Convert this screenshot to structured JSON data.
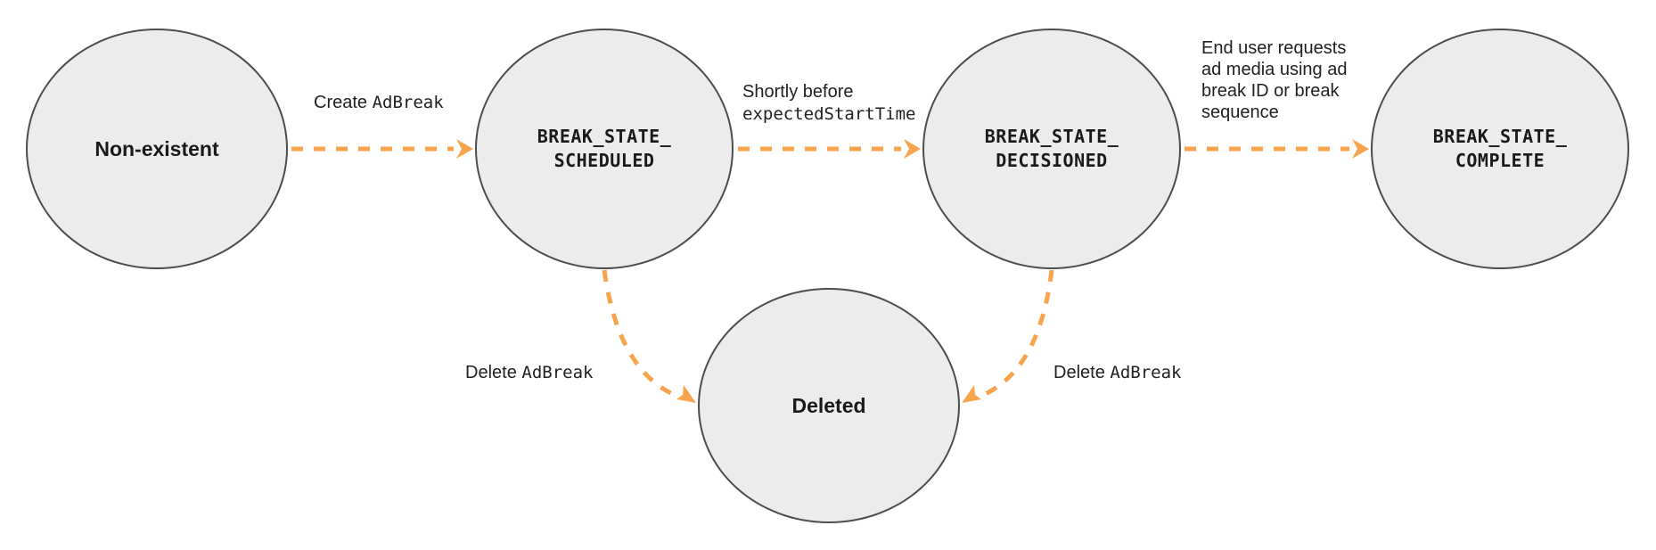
{
  "diagram": {
    "type": "state-diagram",
    "colors": {
      "node_fill": "#ececec",
      "node_border": "#4d4d4d",
      "arrow": "#f8a44d",
      "text": "#202124"
    },
    "nodes": [
      {
        "id": "non-existent",
        "label": "Non-existent",
        "text_style": "sans-bold"
      },
      {
        "id": "break-state-scheduled",
        "label": "BREAK_STATE_\nSCHEDULED",
        "text_style": "mono-bold"
      },
      {
        "id": "break-state-decisioned",
        "label": "BREAK_STATE_\nDECISIONED",
        "text_style": "mono-bold"
      },
      {
        "id": "break-state-complete",
        "label": "BREAK_STATE_\nCOMPLETE",
        "text_style": "mono-bold"
      },
      {
        "id": "deleted",
        "label": "Deleted",
        "text_style": "sans-bold"
      }
    ],
    "edges": [
      {
        "from": "non-existent",
        "to": "break-state-scheduled",
        "label_plain": "Create ",
        "label_code": "AdBreak"
      },
      {
        "from": "break-state-scheduled",
        "to": "break-state-decisioned",
        "label_plain": "Shortly before",
        "label_code": "expectedStartTime"
      },
      {
        "from": "break-state-decisioned",
        "to": "break-state-complete",
        "label": "End user requests ad media using ad break ID or break sequence"
      },
      {
        "from": "break-state-scheduled",
        "to": "deleted",
        "label_plain": "Delete ",
        "label_code": "AdBreak"
      },
      {
        "from": "break-state-decisioned",
        "to": "deleted",
        "label_plain": "Delete ",
        "label_code": "AdBreak"
      }
    ]
  }
}
